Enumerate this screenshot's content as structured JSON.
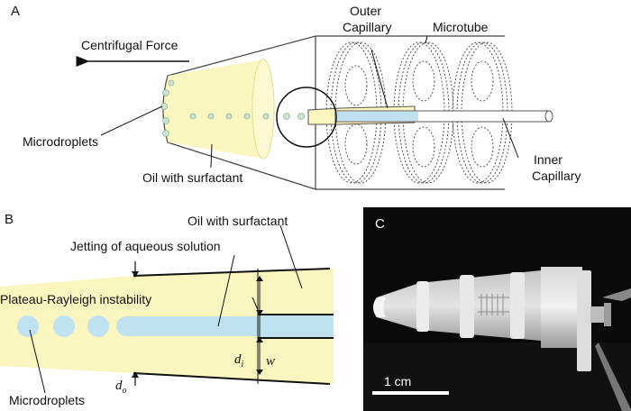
{
  "panel_a": {
    "letter": "A",
    "centrifugal_force": "Centrifugal Force",
    "outer_capillary_line1": "Outer",
    "outer_capillary_line2": "Capillary",
    "microtube": "Microtube",
    "microdroplets": "Microdroplets",
    "oil_with_surfactant": "Oil with surfactant",
    "inner_capillary_line1": "Inner",
    "inner_capillary_line2": "Capillary"
  },
  "panel_b": {
    "letter": "B",
    "oil_with_surfactant": "Oil with surfactant",
    "jetting": "Jetting of aqueous solution",
    "plateau_rayleigh": "Plateau-Rayleigh instability",
    "microdroplets": "Microdroplets",
    "d_i_base": "d",
    "d_i_sub": "i",
    "w": "w",
    "d_o_base": "d",
    "d_o_sub": "o"
  },
  "panel_c": {
    "letter": "C",
    "scale_bar": "1 cm"
  },
  "colors": {
    "oil_yellow": "#fbf6bf",
    "aqueous_blue": "#bfe2f0",
    "photo_bg": "#0a0a0a"
  }
}
